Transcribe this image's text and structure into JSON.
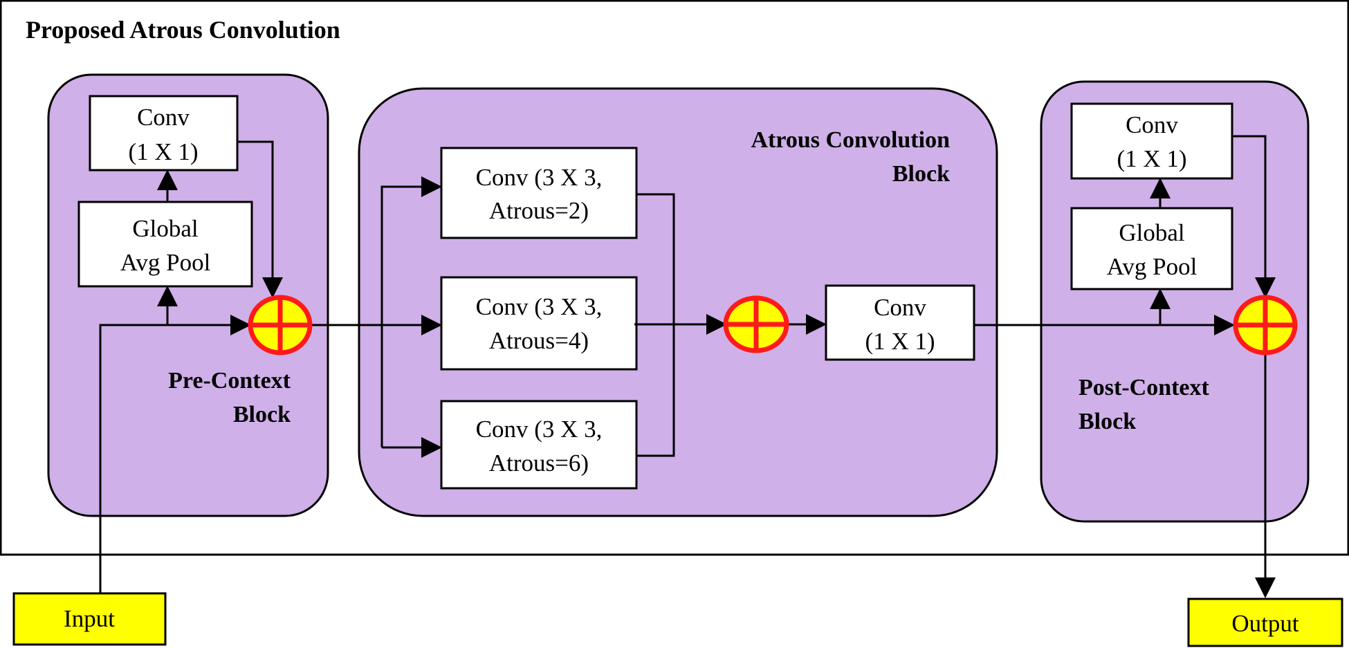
{
  "title": "Proposed Atrous Convolution",
  "pre_context": {
    "label_line1": "Pre-Context",
    "label_line2": "Block",
    "conv": {
      "line1": "Conv",
      "line2": "(1 X 1)"
    },
    "pool": {
      "line1": "Global",
      "line2": "Avg Pool"
    }
  },
  "atrous_block": {
    "label_line1": "Atrous Convolution",
    "label_line2": "Block",
    "branches": [
      {
        "line1": "Conv (3 X 3,",
        "line2": "Atrous=2)"
      },
      {
        "line1": "Conv (3 X 3,",
        "line2": "Atrous=4)"
      },
      {
        "line1": "Conv (3 X 3,",
        "line2": "Atrous=6)"
      }
    ],
    "fuse_conv": {
      "line1": "Conv",
      "line2": "(1 X 1)"
    }
  },
  "post_context": {
    "label_line1": "Post-Context",
    "label_line2": "Block",
    "conv": {
      "line1": "Conv",
      "line2": "(1 X 1)"
    },
    "pool": {
      "line1": "Global",
      "line2": "Avg Pool"
    }
  },
  "input_label": "Input",
  "output_label": "Output",
  "colors": {
    "block_fill": "#cfb0e8",
    "adder_fill": "#ffff00",
    "adder_stroke": "#ff1a1a",
    "io_fill": "#ffff00"
  }
}
